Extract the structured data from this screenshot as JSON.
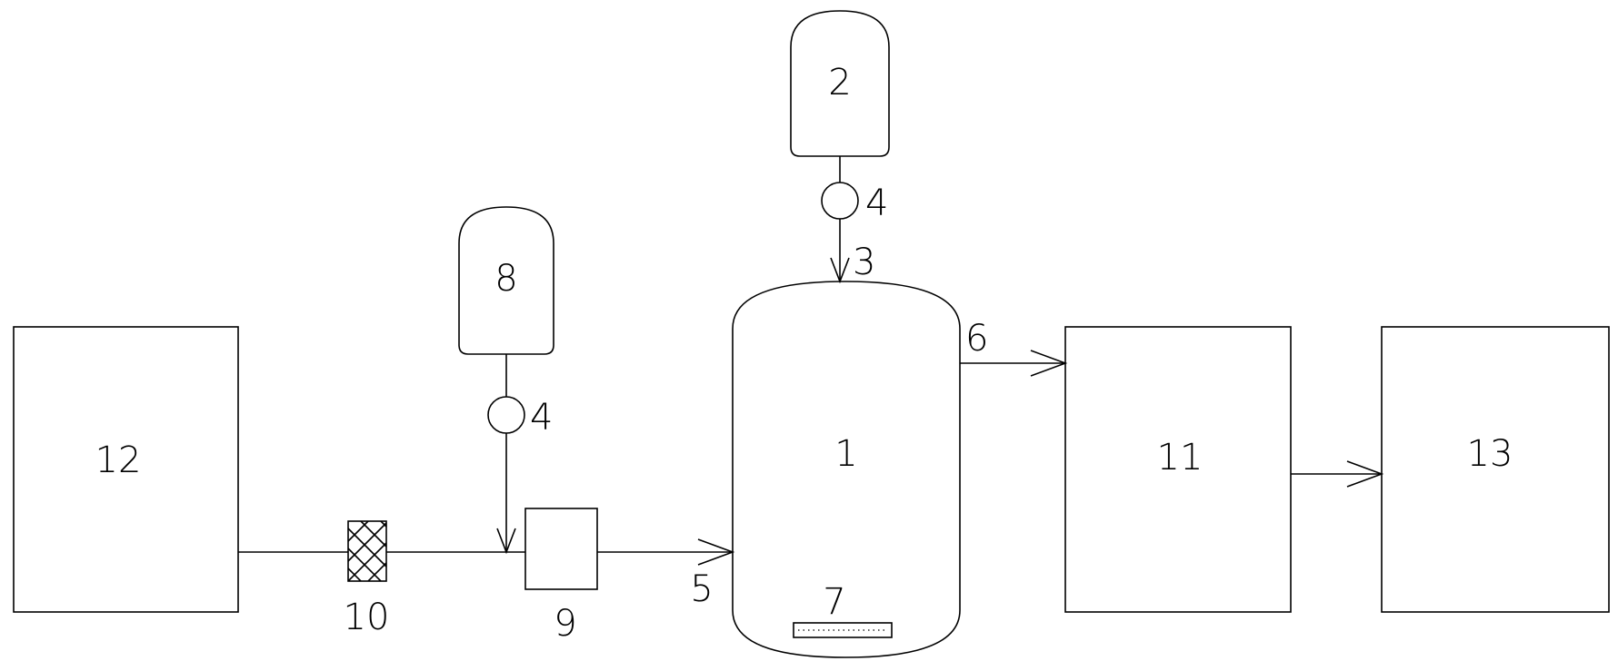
{
  "labels": {
    "box12": "12",
    "box11": "11",
    "box13": "13",
    "reactor": "1",
    "tank2": "2",
    "tank8": "8",
    "pump_top": "4",
    "pump_left": "4",
    "inlet_top": "3",
    "inlet_side": "5",
    "outlet": "6",
    "heater": "7",
    "mixer": "9",
    "filter": "10"
  }
}
